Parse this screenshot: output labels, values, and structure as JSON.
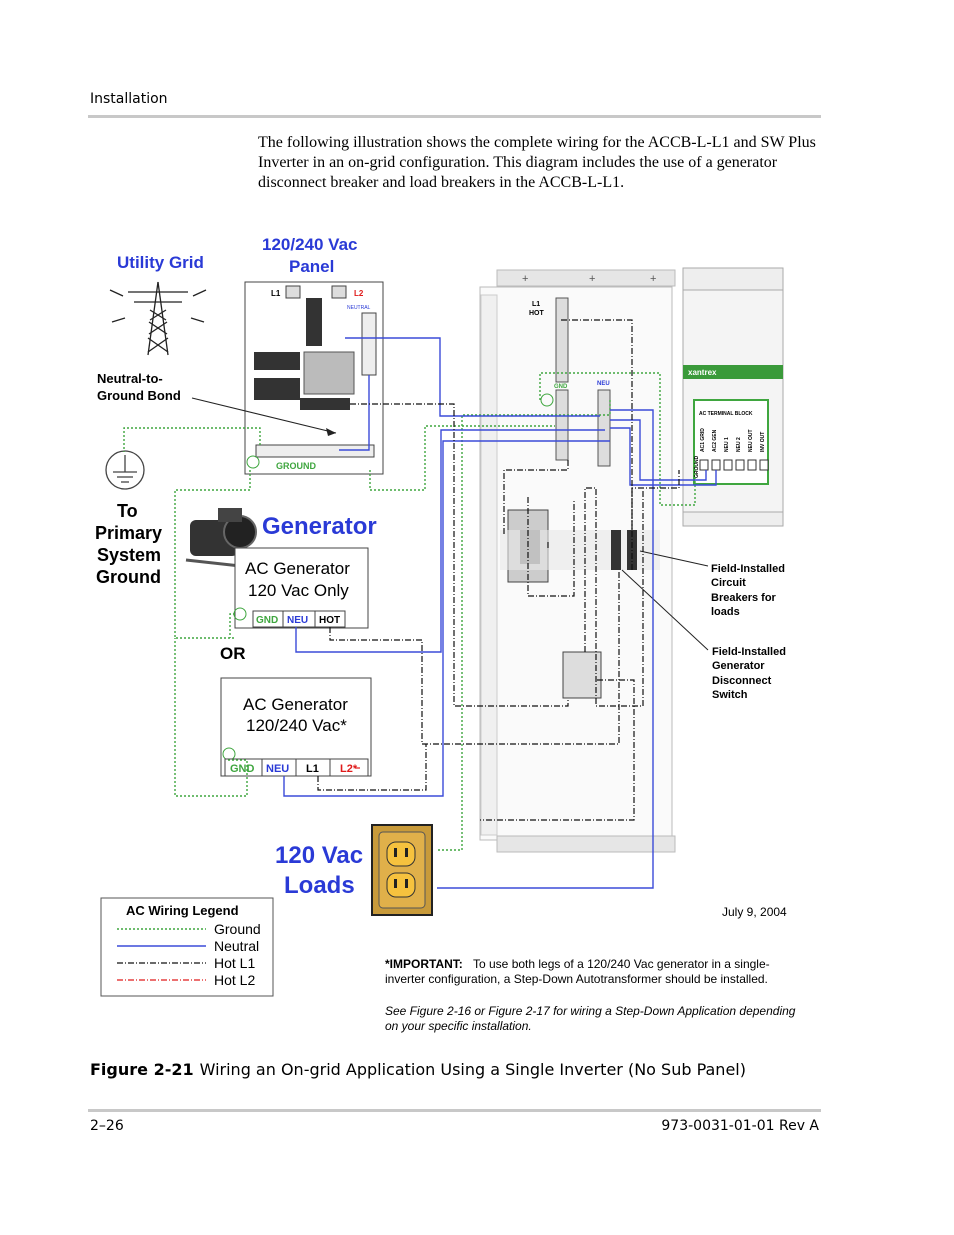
{
  "header": {
    "section": "Installation"
  },
  "intro_text": "The following illustration shows the complete wiring for the ACCB-L-L1 and SW Plus Inverter in an on-grid configuration. This diagram includes the use of a generator disconnect breaker and load breakers in the ACCB-L-L1.",
  "diagram": {
    "utility_grid": "Utility Grid",
    "panel_title_1": "120/240 Vac",
    "panel_title_2": "Panel",
    "panel_l1": "L1",
    "panel_l2": "L2",
    "panel_neutral": "NEUTRAL",
    "panel_ground": "GROUND",
    "neutral_bond_1": "Neutral-to-",
    "neutral_bond_2": "Ground Bond",
    "to_ground_1": "To",
    "to_ground_2": "Primary",
    "to_ground_3": "System",
    "to_ground_4": "Ground",
    "generator": "Generator",
    "gen1_line1": "AC Generator",
    "gen1_line2": "120 Vac Only",
    "gen1_gnd": "GND",
    "gen1_neu": "NEU",
    "gen1_hot": "HOT",
    "or": "OR",
    "gen2_line1": "AC Generator",
    "gen2_line2": "120/240 Vac*",
    "gen2_gnd": "GND",
    "gen2_neu": "NEU",
    "gen2_l1": "L1",
    "gen2_l2": "L2*",
    "loads_1": "120 Vac",
    "loads_2": "Loads",
    "accb_l1hot_1": "L1",
    "accb_l1hot_2": "HOT",
    "accb_gnd": "GND",
    "accb_neu": "NEU",
    "xantrex": "xantrex",
    "terminal_block": "AC TERMINAL BLOCK",
    "terminals": [
      "AC1 GRID",
      "AC2 GEN",
      "NEU 1",
      "NEU 2",
      "NEU OUT",
      "INV OUT"
    ],
    "terminal_ground": "GROUND",
    "field_breakers": [
      "Field-Installed",
      "Circuit",
      "Breakers for",
      "loads"
    ],
    "field_disconnect": [
      "Field-Installed",
      "Generator",
      "Disconnect",
      "Switch"
    ],
    "date": "July 9, 2004",
    "legend_title": "AC Wiring Legend",
    "legend_items": [
      {
        "label": "Ground",
        "color": "#3fa63f"
      },
      {
        "label": "Neutral",
        "color": "#3b4bd8"
      },
      {
        "label": "Hot L1",
        "color": "#111111"
      },
      {
        "label": "Hot L2",
        "color": "#e01b1b"
      }
    ],
    "important_label": "*IMPORTANT:",
    "important_text_1": "To use both legs of a 120/240 Vac generator in a single-",
    "important_text_2": "inverter configuration, a Step-Down Autotransformer should be installed.",
    "see_note_1": "See Figure 2-16 or Figure 2-17 for wiring a Step-Down Application depending",
    "see_note_2": "on your specific installation."
  },
  "caption": {
    "label": "Figure 2-21",
    "text": "Wiring an On-grid Application Using a Single Inverter (No Sub Panel)"
  },
  "footer": {
    "page": "2–26",
    "doc": "973-0031-01-01 Rev A"
  }
}
